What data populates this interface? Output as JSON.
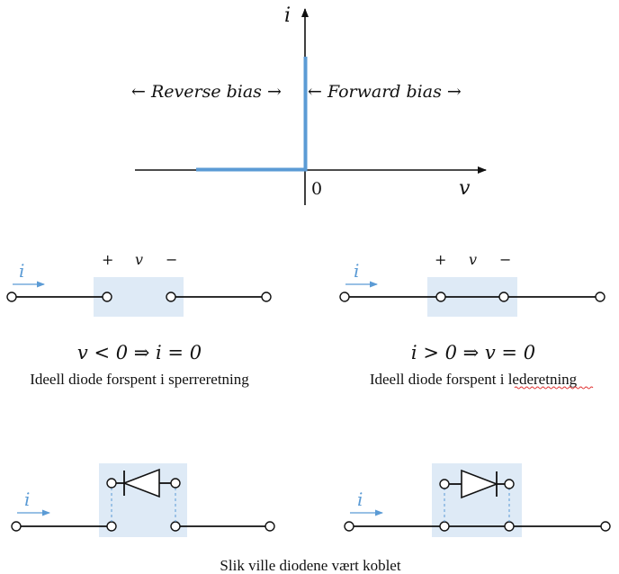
{
  "graph": {
    "y_axis_label": "i",
    "x_axis_label": "v",
    "origin_label": "0",
    "reverse_label": "← Reverse bias →",
    "forward_label": "← Forward bias →",
    "curve_color": "#5b9bd5"
  },
  "circuit_left": {
    "current_label": "i",
    "plus_label": "+",
    "v_label": "v",
    "minus_label": "−",
    "equation": "v < 0 ⇒ i = 0",
    "caption": "Ideell diode forspent i sperreretning"
  },
  "circuit_right": {
    "current_label": "i",
    "plus_label": "+",
    "v_label": "v",
    "minus_label": "−",
    "equation": "i > 0 ⇒ v = 0",
    "caption": "Ideell diode forspent i lederetning"
  },
  "bottom": {
    "left_current_label": "i",
    "right_current_label": "i",
    "caption": "Slik ville diodene vært koblet"
  },
  "colors": {
    "accent_blue": "#5b9bd5",
    "box_fill": "#deeaf6"
  }
}
